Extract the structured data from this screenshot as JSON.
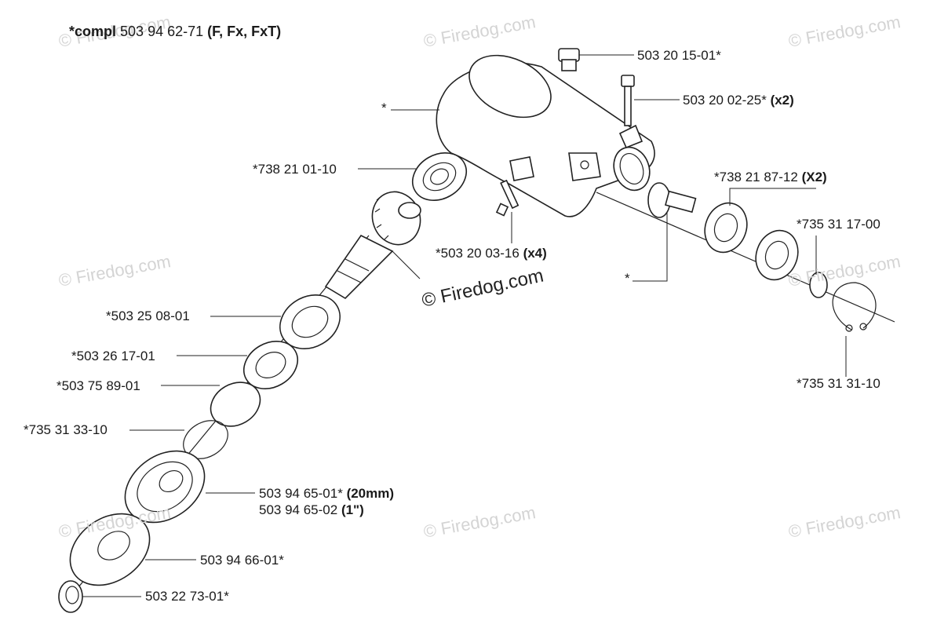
{
  "title": {
    "prefix": "*compl",
    "number": "503 94 62-71",
    "suffix": "(F, Fx, FxT)"
  },
  "watermark": "© Firedog.com",
  "callouts": [
    {
      "id": "c1",
      "num": "503 20 15-01*",
      "note": ""
    },
    {
      "id": "c2",
      "num": "503 20 02-25*",
      "note": "(x2)"
    },
    {
      "id": "c3",
      "num": "*",
      "note": ""
    },
    {
      "id": "c4",
      "num": "*738 21 01-10",
      "note": ""
    },
    {
      "id": "c5",
      "num": "*738 21 87-12",
      "note": "(X2)"
    },
    {
      "id": "c6",
      "num": "*735 31 17-00",
      "note": ""
    },
    {
      "id": "c7",
      "num": "*503 20 03-16",
      "note": "(x4)"
    },
    {
      "id": "c8",
      "num": "*",
      "note": ""
    },
    {
      "id": "c9",
      "num": "*503 25 08-01",
      "note": ""
    },
    {
      "id": "c10",
      "num": "*735 31 31-10",
      "note": ""
    },
    {
      "id": "c11",
      "num": "*503 26 17-01",
      "note": ""
    },
    {
      "id": "c12",
      "num": "*503 75 89-01",
      "note": ""
    },
    {
      "id": "c13",
      "num": "*735 31 33-10",
      "note": ""
    },
    {
      "id": "c14",
      "num": "503 94 65-01*",
      "note": "(20mm)"
    },
    {
      "id": "c15",
      "num": "503 94 65-02",
      "note": "(1\")"
    },
    {
      "id": "c16",
      "num": "503 94 66-01*",
      "note": ""
    },
    {
      "id": "c17",
      "num": "503 22 73-01*",
      "note": ""
    }
  ]
}
